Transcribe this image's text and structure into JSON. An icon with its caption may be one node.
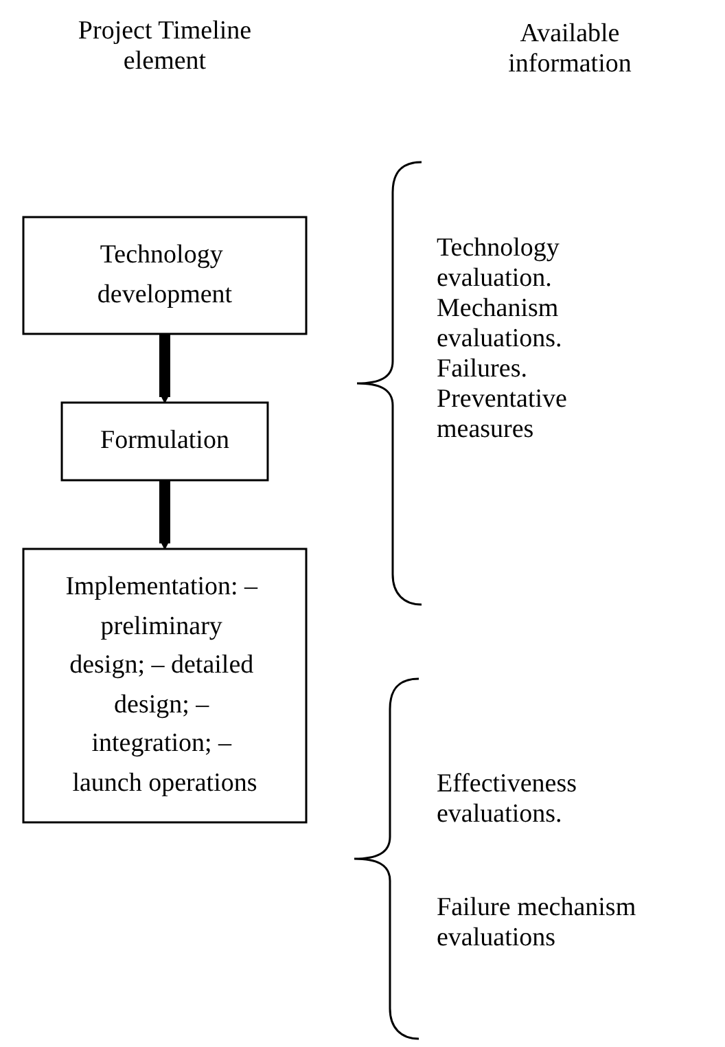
{
  "diagram": {
    "nodes": [
      {
        "text": [
          "Technology development"
        ]
      },
      {
        "text": [
          "Formulation"
        ]
      },
      {
        "text": [
          "Implementation: – preliminary design; – detailed design; – integration; – launch operations"
        ]
      }
    ],
    "edges": [
      {
        "from": 0,
        "to": 1,
        "arrow": "to"
      },
      {
        "from": 1,
        "to": 2,
        "arrow": "to"
      }
    ],
    "labels": [
      "Project Timeline element",
      "Available information",
      "Technology evaluation. Mechanism evaluations. Failures. Preventative measures",
      "Effectiveness evaluations.",
      "Failure mechanism evaluations"
    ]
  }
}
